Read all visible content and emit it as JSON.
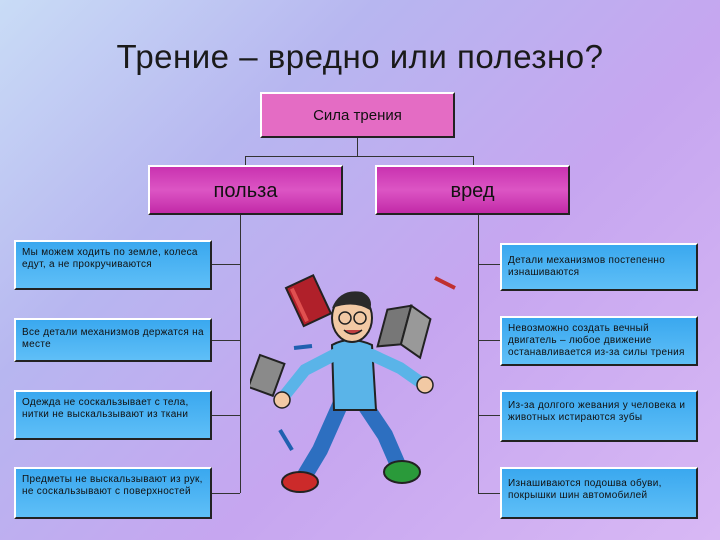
{
  "title": "Трение – вредно или полезно?",
  "root": "Сила трения",
  "benefit": {
    "label": "польза",
    "items": [
      "Мы можем ходить по земле, колеса едут, а не прокручиваются",
      "Все детали механизмов держатся на месте",
      "Одежда не соскальзывает с тела, нитки не выскальзывают из ткани",
      "Предметы не выскальзывают из рук, не соскальзывают с поверхностей"
    ]
  },
  "harm": {
    "label": "вред",
    "items": [
      "Детали механизмов постепенно изнашиваются",
      "Невозможно создать вечный двигатель – любое движение останавливается из-за силы трения",
      "Из-за долгого жевания у человека и животных истираются зубы",
      "Изнашиваются подошва обуви, покрышки шин автомобилей"
    ]
  },
  "colors": {
    "root_box": "#e46cc4",
    "head_box": "#cf3ab6",
    "leaf_box": "#4cb4f4"
  },
  "illustration": "juggling-man-with-falling-books-and-pens"
}
